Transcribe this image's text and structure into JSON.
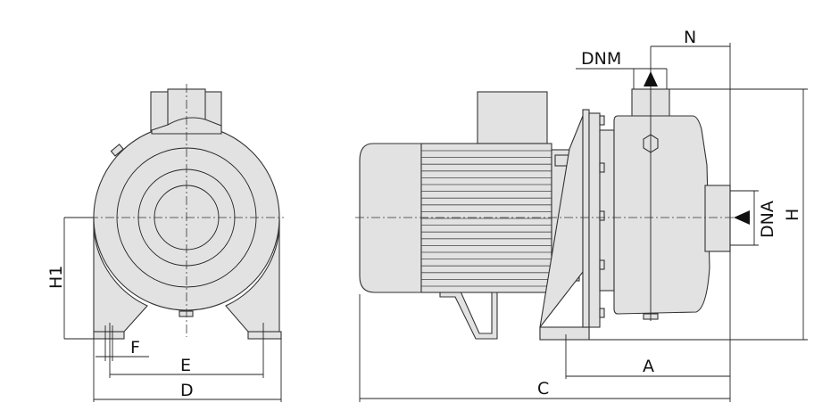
{
  "diagram": {
    "labels": {
      "h1": "H1",
      "f": "F",
      "e": "E",
      "d": "D",
      "n": "N",
      "dnm": "DNM",
      "dna": "DNA",
      "h": "H",
      "a": "A",
      "c": "C"
    },
    "colors": {
      "body": "#e2e2e2",
      "line": "#222222"
    }
  }
}
